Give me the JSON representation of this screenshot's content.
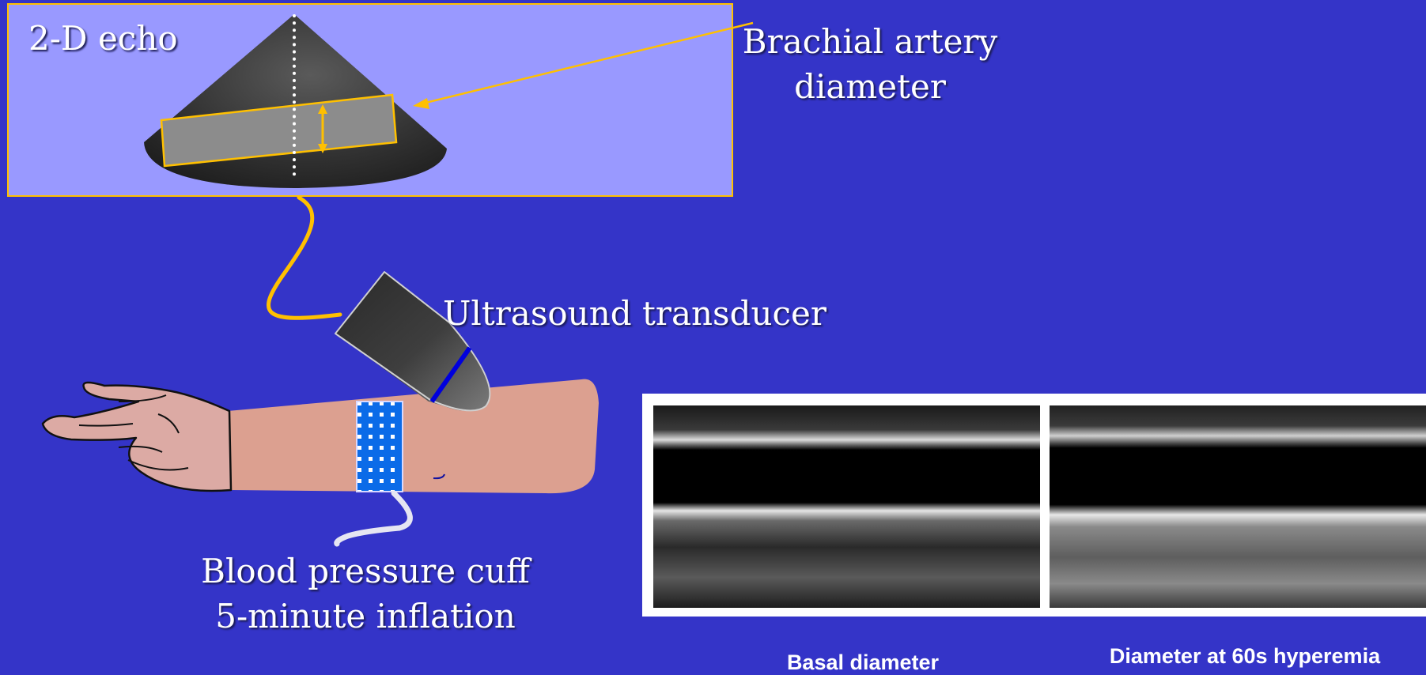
{
  "labels": {
    "echo": "2-D echo",
    "artery_line1": "Brachial artery",
    "artery_line2": "diameter",
    "transducer": "Ultrasound transducer",
    "cuff_line1": "Blood pressure cuff",
    "cuff_line2": "5-minute inflation",
    "basal": "Basal diameter",
    "hyperemia": "Diameter at 60s hyperemia"
  },
  "colors": {
    "background": "#3434c8",
    "echo_panel": "#9999ff",
    "accent": "#ffc000",
    "skin": "#dca090",
    "cuff": "#0070e8"
  },
  "icons": {
    "sector": "ultrasound-sector-icon",
    "probe": "ultrasound-probe-icon",
    "arm": "forearm-hand-icon",
    "cuff": "pressure-cuff-icon"
  }
}
